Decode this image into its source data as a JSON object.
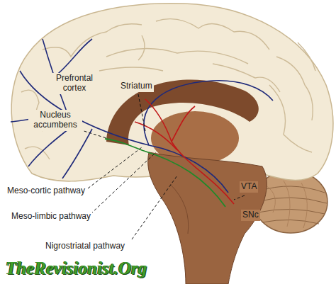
{
  "diagram": {
    "labels": [
      "Prefrontal cortex",
      "Striatum",
      "Nucleus accumbens",
      "Meso-cortic pathway",
      "Meso-limbic pathway",
      "Nigrostriatal pathway",
      "VTA",
      "SNc",
      "TheRevisionist.Org"
    ]
  }
}
